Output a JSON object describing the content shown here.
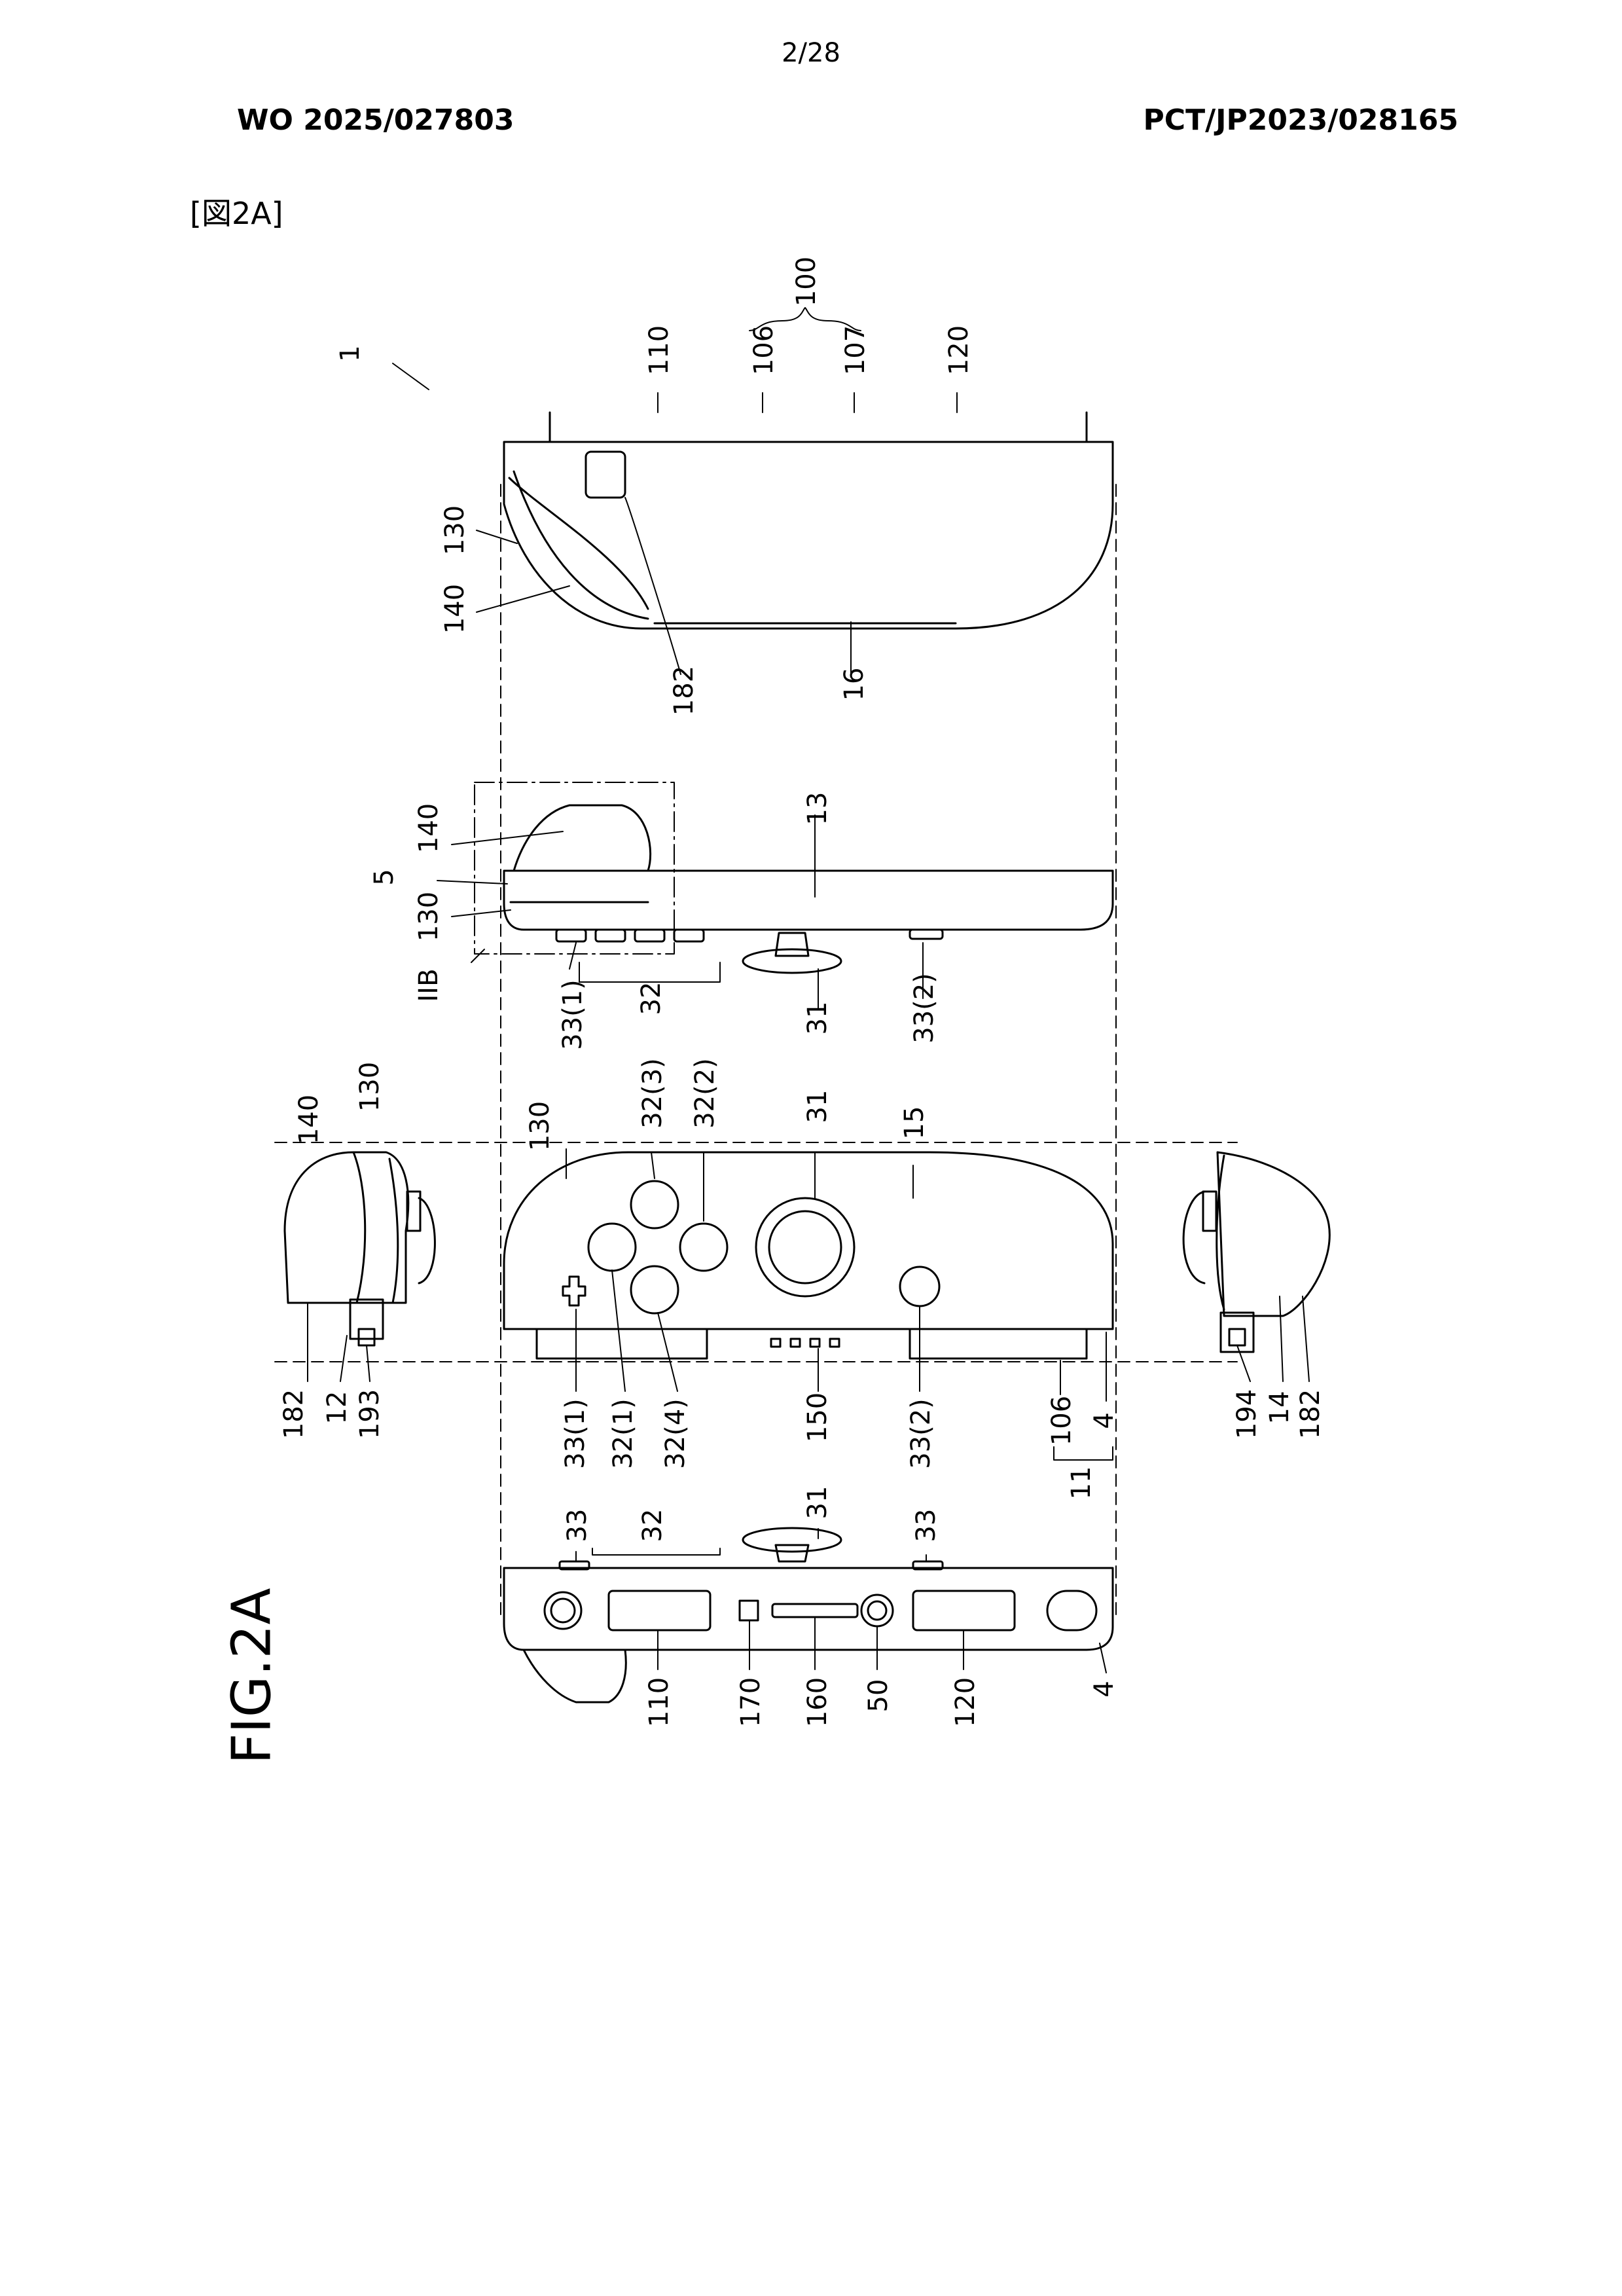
{
  "header": {
    "page_number": "2/28",
    "publication_number": "WO 2025/027803",
    "application_number": "PCT/JP2023/028165",
    "figure_tag": "[図2A]",
    "figure_title": "FIG.2A"
  },
  "labels": {
    "l1": "1",
    "l100": "100",
    "l110_top": "110",
    "l106_top": "106",
    "l107": "107",
    "l120_top": "120",
    "l130_a": "130",
    "l140_a": "140",
    "l182_a": "182",
    "l16": "16",
    "l140_b": "140",
    "l5": "5",
    "l130_b": "130",
    "lIIB": "IIB",
    "l13": "13",
    "l33_1a": "33(1)",
    "l32_a": "32",
    "l31_a": "31",
    "l33_2a": "33(2)",
    "l140_c": "140",
    "l130_c": "130",
    "l130_d": "130",
    "l32_3": "32(3)",
    "l32_2": "32(2)",
    "l31_b": "31",
    "l15": "15",
    "l182_b": "182",
    "l12": "12",
    "l193": "193",
    "l33_1b": "33(1)",
    "l32_1": "32(1)",
    "l32_4": "32(4)",
    "l150": "150",
    "l33_2b": "33(2)",
    "l106_b": "106",
    "l4_a": "4",
    "l11": "11",
    "l194": "194",
    "l14": "14",
    "l182_c": "182",
    "l33_a": "33",
    "l32_b": "32",
    "l31_c": "31",
    "l33_b": "33",
    "l110_b": "110",
    "l170": "170",
    "l160": "160",
    "l50": "50",
    "l120_b": "120",
    "l4_b": "4"
  }
}
